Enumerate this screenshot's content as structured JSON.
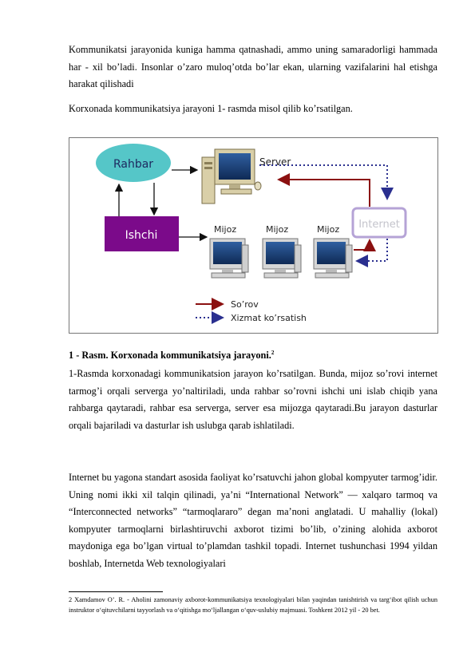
{
  "intro": {
    "para1": "Kommunikatsi  jarayonida kuniga hamma qatnashadi, ammo uning samaradorligi hammada har - xil bo’ladi. Insonlar o’zaro muloq’otda bo’lar  ekan, ularning vazifalarini hal  etishga  harakat qilishadi",
    "para2": "Korxonada kommunikatsiya jarayoni 1- rasmda misol qilib ko’rsatilgan."
  },
  "figure": {
    "rahbar": "Rahbar",
    "ishchi": "Ishchi",
    "server": "Server",
    "client1": "Mijoz",
    "client2": "Mijoz",
    "client3": "Mijoz",
    "internet": "Internet",
    "legend_request": "So’rov",
    "legend_service": "Xizmat ko’rsatish",
    "colors": {
      "rahbar_fill": "#55c6c8",
      "ishchi_fill": "#7b0a8a",
      "request_arrow": "#8b1010",
      "service_arrow": "#2a2f8f",
      "internet_border": "#b5a3d6"
    }
  },
  "caption": {
    "text": "1 - Rasm. Korxonada kommunikatsiya jarayoni.",
    "footnote_ref": "2"
  },
  "body": {
    "para1": "1-Rasmda korxonadagi  kommunikatsion  jarayon ko’rsatilgan. Bunda, mijoz so’rovi internet tarmog’i orqali serverga yo’naltiriladi, unda rahbar so’rovni ishchi uni islab chiqib yana rahbarga qaytaradi, rahbar esa serverga, server esa mijozga qaytaradi.Bu jarayon dasturlar orqali bajariladi va dasturlar ish uslubga qarab ishlatiladi.",
    "para2": "Internet  bu yagona standart asosida faoliyat ko’rsatuvchi jahon global kompyuter tarmog’idir. Uning nomi ikki xil talqin qilinadi, ya’ni “International Network” — xalqaro tarmoq va “Interconnected networks” “tarmoqlararo” degan ma’noni anglatadi.  U mahalliy (lokal) kompyuter tarmoqlarni birlashtiruvchi axborot tizimi bo’lib, o’zining alohida  axborot maydoniga ega bo’lgan virtual to’plamdan tashkil topadi. Internet  tushunchasi 1994 yildan boshlab, Internetda Web texnologiyalari"
  },
  "footnote": {
    "text": "2 Xamdamov  O’. R. -  Aholini zamonaviy axborot-kommunikatsiya texnologiyalari bilan yaqindan tanishtirish va targ‘ibot qilish uchun instruktor o‘qituvchilarni tayyorlash va o‘qitishga mo‘ljallangan o‘quv-uslubiy majmuasi. Toshkent 2012 yil - 20 bet."
  }
}
